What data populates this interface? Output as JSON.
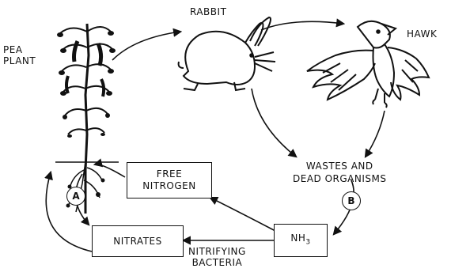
{
  "organisms": {
    "pea_plant": [
      "PEA",
      "PLANT"
    ],
    "rabbit": "RABBIT",
    "hawk": "HAWK"
  },
  "wastes": [
    "WASTES AND",
    "DEAD ORGANISMS"
  ],
  "boxes": {
    "free_nitrogen": [
      "FREE",
      "NITROGEN"
    ],
    "nitrates": "NITRATES",
    "ammonia": "NH",
    "ammonia_subscript": "3"
  },
  "process_label": [
    "NITRIFYING",
    "BACTERIA"
  ],
  "markers": {
    "a": "A",
    "b": "B"
  }
}
